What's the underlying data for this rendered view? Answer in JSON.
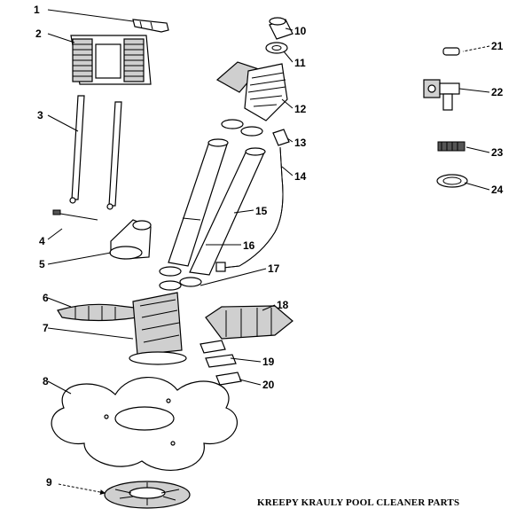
{
  "title": "KREEPY KRAULY POOL CLEANER PARTS",
  "callouts": [
    "1",
    "2",
    "3",
    "4",
    "5",
    "6",
    "7",
    "8",
    "9",
    "10",
    "11",
    "12",
    "13",
    "14",
    "15",
    "16",
    "17",
    "18",
    "19",
    "20",
    "21",
    "22",
    "23",
    "24"
  ]
}
